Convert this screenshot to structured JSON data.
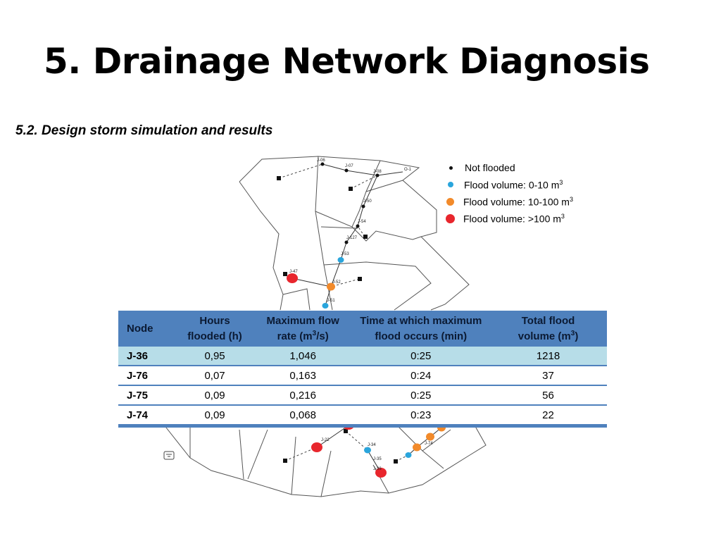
{
  "slide": {
    "title": "5. Drainage Network Diagnosis",
    "subtitle": "5.2. Design storm simulation and results"
  },
  "legend": [
    {
      "label": "Not flooded",
      "sup": "",
      "color": "#111111",
      "size": "small"
    },
    {
      "label": "Flood volume: 0-10 m",
      "sup": "3",
      "color": "#2aa5dc",
      "size": "large"
    },
    {
      "label": "Flood volume: 10-100 m",
      "sup": "3",
      "color": "#f28a2a",
      "size": "large"
    },
    {
      "label": "Flood volume: >100 m",
      "sup": "3",
      "color": "#e8262d",
      "size": "large"
    }
  ],
  "map_labels": {
    "j06": "J-06",
    "j07": "J-07",
    "j08": "J-08",
    "o1": "O-1",
    "j50": "J-50",
    "j54": "J-54",
    "j127": "J-127",
    "j53": "J-53",
    "j47": "J-47",
    "j52": "J-52",
    "j51": "J-51",
    "j22": "J-22",
    "j34": "J-34",
    "j35": "J-35",
    "j36": "J-36",
    "j74": "J-74"
  },
  "table": {
    "headers": {
      "node": "Node",
      "hours_1": "Hours",
      "hours_2": "flooded (h)",
      "flow_1": "Maximum flow",
      "flow_2a": "rate (m",
      "flow_sup": "3",
      "flow_2b": "/s)",
      "time_1": "Time at which maximum",
      "time_2": "flood occurs (min)",
      "total_1": "Total flood",
      "total_2a": "volume  (m",
      "total_sup": "3",
      "total_2b": ")"
    },
    "rows": [
      {
        "node": "J-36",
        "hours": "0,95",
        "flow": "1,046",
        "time": "0:25",
        "total": "1218"
      },
      {
        "node": "J-76",
        "hours": "0,07",
        "flow": "0,163",
        "time": "0:24",
        "total": "37"
      },
      {
        "node": "J-75",
        "hours": "0,09",
        "flow": "0,216",
        "time": "0:25",
        "total": "56"
      },
      {
        "node": "J-74",
        "hours": "0,09",
        "flow": "0,068",
        "time": "0:23",
        "total": "22"
      }
    ],
    "header_color": "#4f81bd",
    "highlight_color": "#b7dde8"
  }
}
